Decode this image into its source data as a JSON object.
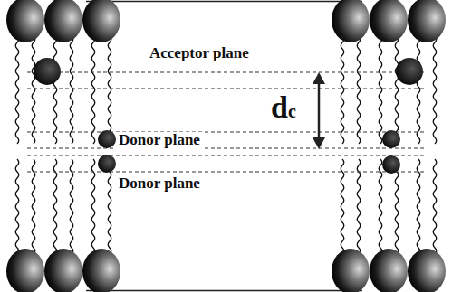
{
  "diagram": {
    "labels": [
      "Acceptor plane",
      "Donor plane",
      "Donor plane",
      "dc"
    ]
  }
}
